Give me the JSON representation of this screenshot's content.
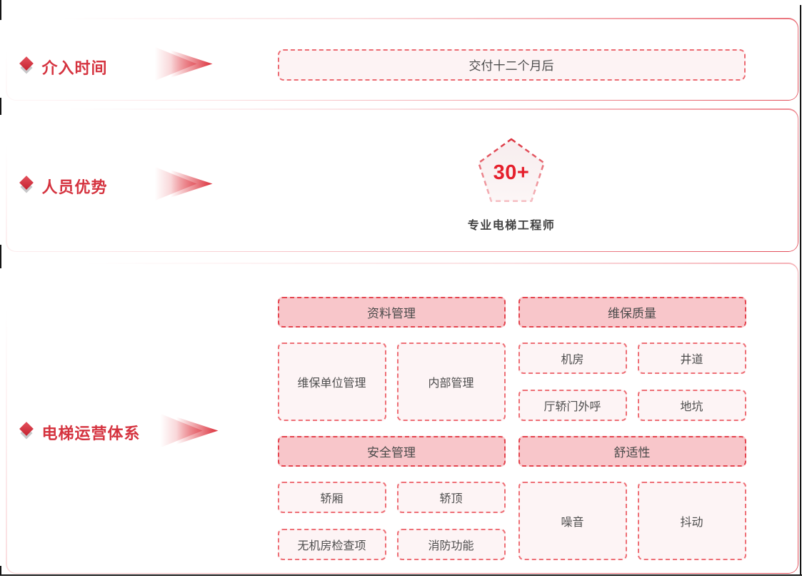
{
  "colors": {
    "accent_red": "#d5333f",
    "badge_red": "#e51f2c",
    "header_fill": "#f8c6ca",
    "header_border": "#e4454f",
    "item_fill": "#fdf4f5",
    "item_border": "#ee6f76",
    "text_dark": "#4d4d4d",
    "frame_black": "#141414"
  },
  "sections": [
    {
      "label": "介入时间",
      "box_text": "交付十二个月后"
    },
    {
      "label": "人员优势",
      "badge_value": "30+",
      "caption": "专业电梯工程师"
    },
    {
      "label": "电梯运营体系",
      "groups": [
        {
          "header": "资料管理",
          "items": [
            "维保单位管理",
            "内部管理"
          ]
        },
        {
          "header": "维保质量",
          "items": [
            "机房",
            "井道",
            "厅轿门外呼",
            "地坑"
          ]
        },
        {
          "header": "安全管理",
          "items": [
            "轿厢",
            "轿顶",
            "无机房检查项",
            "消防功能"
          ]
        },
        {
          "header": "舒适性",
          "items": [
            "噪音",
            "抖动"
          ]
        }
      ]
    }
  ]
}
